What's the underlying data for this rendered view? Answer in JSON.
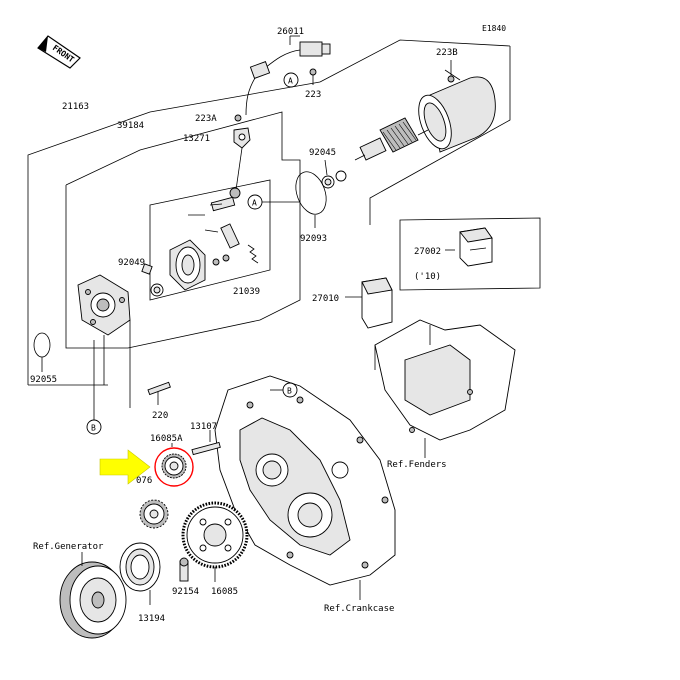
{
  "diagram_code": "E1840",
  "front_label": "FRONT",
  "callouts": {
    "a": "A",
    "b": "B"
  },
  "labels": {
    "p26011": "26011",
    "p223b": "223B",
    "p223": "223",
    "p21163": "21163",
    "p39184": "39184",
    "p223a": "223A",
    "p13271": "13271",
    "p92045": "92045",
    "p92049": "92049",
    "p21039": "21039",
    "p92093": "92093",
    "p27002": "27002",
    "p27002_year": "('10)",
    "p27010": "27010",
    "p92055": "92055",
    "p220": "220",
    "p13107": "13107",
    "p16085a": "16085A",
    "p076": "076",
    "p92154": "92154",
    "p16085": "16085",
    "p13194": "13194"
  },
  "refs": {
    "fenders": "Ref.Fenders",
    "generator": "Ref.Generator",
    "crankcase": "Ref.Crankcase"
  },
  "highlight": {
    "arrow_color": "#ffff00",
    "circle_color": "#ff0000"
  }
}
